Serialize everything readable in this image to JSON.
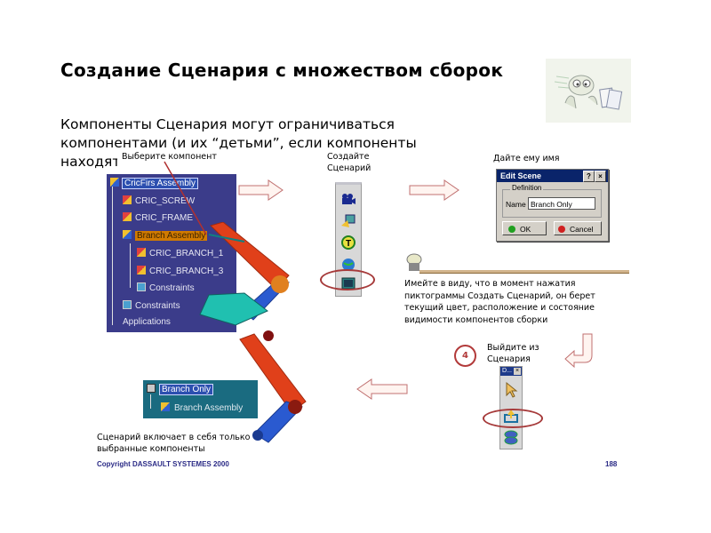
{
  "slide": {
    "title": "Создание Сценария с множеством сборок",
    "subtitle": "Компоненты Сценария могут ограничиваться компонентами (и их “детьми”, если компоненты находятся в подузле)",
    "footer": {
      "copyright": "Copyright DASSAULT SYSTEMES 2000",
      "page_number": "188"
    }
  },
  "steps": {
    "select_component": "Выберите компонент",
    "create_scene": "Создайте\nСценарий",
    "give_name": "Дайте ему имя",
    "note": "Имейте в виду, что в момент нажатия пиктограммы Создать Сценарий, он берет текущий цвет, расположение и состояние видимости компонентов сборки",
    "exit_scene": "Выйдите из\nСценария",
    "exit_step_number": "4",
    "result": "Сценарий включает в себя только выбранные компоненты"
  },
  "tree": {
    "items": [
      {
        "label": "CricFirs Assembly",
        "icon": "assembly-icon",
        "state": "selected"
      },
      {
        "label": "CRIC_SCREW",
        "icon": "part-icon"
      },
      {
        "label": "CRIC_FRAME",
        "icon": "part-icon"
      },
      {
        "label": "Branch Assembly",
        "icon": "assembly-icon",
        "state": "highlighted"
      },
      {
        "label": "CRIC_BRANCH_1",
        "icon": "part-icon"
      },
      {
        "label": "CRIC_BRANCH_3",
        "icon": "part-icon"
      },
      {
        "label": "Constraints",
        "icon": "constraints-icon"
      },
      {
        "label": "Constraints",
        "icon": "constraints-icon"
      },
      {
        "label": "Applications",
        "icon": ""
      }
    ]
  },
  "toolbar_create": {
    "icons": [
      "camera-icon",
      "scene-edit-icon",
      "t-circle-icon",
      "globe-icon",
      "create-scene-icon"
    ],
    "highlighted": "create-scene-icon"
  },
  "dialog": {
    "title": "Edit Scene",
    "help": "?",
    "close": "×",
    "group": "Definition",
    "name_label": "Name",
    "name_value": "Branch Only",
    "ok": "OK",
    "cancel": "Cancel"
  },
  "toolbar_exit": {
    "title": "D...",
    "close": "×",
    "icons": [
      "pointer-icon",
      "exit-scene-icon",
      "swap-icon"
    ],
    "highlighted": "exit-scene-icon"
  },
  "result_tree": {
    "items": [
      {
        "label": "Branch Only",
        "icon": "scene-icon",
        "state": "selected"
      },
      {
        "label": "Branch Assembly",
        "icon": "assembly-icon"
      }
    ]
  },
  "colors": {
    "tree_bg": "#3b3c8a",
    "panel2_bg": "#1a6b80",
    "highlight_ellipse": "#a63a3a",
    "footer_text": "#2b2b86",
    "arm_red": "#e0401a",
    "arm_blue": "#2a5ad0",
    "base_teal": "#20c0b0"
  }
}
